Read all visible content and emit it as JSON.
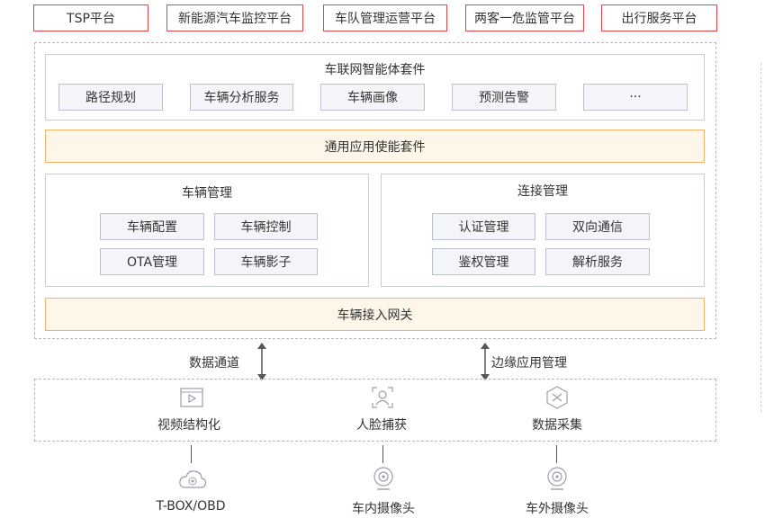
{
  "top_platforms": [
    "TSP平台",
    "新能源汽车监控平台",
    "车队管理运营平台",
    "两客一危监管平台",
    "出行服务平台"
  ],
  "agent_suite": {
    "title": "车联网智能体套件",
    "items": [
      "路径规划",
      "车辆分析服务",
      "车辆画像",
      "预测告警",
      "···"
    ]
  },
  "general_suite": "通用应用使能套件",
  "vehicle_mgmt": {
    "title": "车辆管理",
    "items": [
      "车辆配置",
      "车辆控制",
      "OTA管理",
      "车辆影子"
    ]
  },
  "conn_mgmt": {
    "title": "连接管理",
    "items": [
      "认证管理",
      "双向通信",
      "鉴权管理",
      "解析服务"
    ]
  },
  "gateway": "车辆接入网关",
  "arrows": {
    "left": "数据通道",
    "right": "边缘应用管理"
  },
  "edge_functions": [
    {
      "label": "视频结构化",
      "icon": "video-icon"
    },
    {
      "label": "人脸捕获",
      "icon": "face-icon"
    },
    {
      "label": "数据采集",
      "icon": "data-collect-icon"
    }
  ],
  "devices": [
    {
      "label": "T-BOX/OBD",
      "icon": "cloud-device-icon"
    },
    {
      "label": "车内摄像头",
      "icon": "camera-icon"
    },
    {
      "label": "车外摄像头",
      "icon": "camera-icon"
    }
  ],
  "colors": {
    "platform_border": "#e8434b",
    "orange_border": "#f0b46a",
    "orange_fill": "#fff6ea",
    "chip_fill": "#f3f5f9"
  }
}
